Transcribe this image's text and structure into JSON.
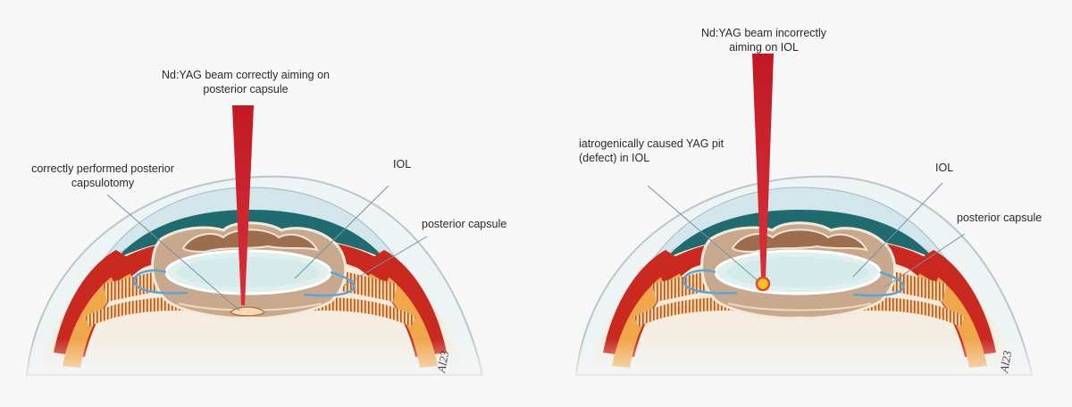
{
  "left_panel": {
    "beam_label_line1": "Nd:YAG beam correctly aiming on",
    "beam_label_line2": "posterior capsule",
    "result_label_line1": "correctly performed posterior",
    "result_label_line2": "capsulotomy",
    "iol_label": "IOL",
    "capsule_label": "posterior capsule",
    "signature": "Al23"
  },
  "right_panel": {
    "beam_label_line1": "Nd:YAG beam incorrectly",
    "beam_label_line2": "aiming on IOL",
    "result_label_line1": "iatrogenically caused YAG pit",
    "result_label_line2": "(defect) in IOL",
    "iol_label": "IOL",
    "capsule_label": "posterior capsule",
    "signature": "Al23"
  },
  "colors": {
    "beam": "#cc1f2a",
    "iris": "#c9291f",
    "cornea": "#cfe3ea",
    "aqueous": "#1f6b70",
    "lens_capsule": "#c9a98d",
    "iol": "#dff0ef",
    "vitreous": "#fbe3c8",
    "pit": "#f4c21f"
  }
}
